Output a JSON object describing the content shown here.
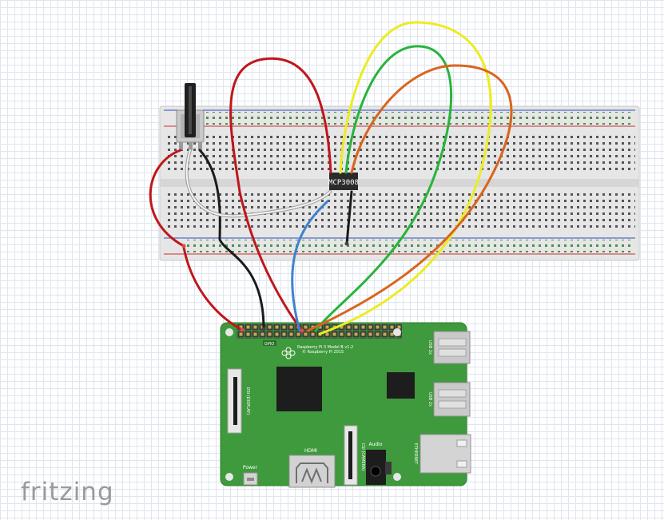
{
  "brand": "fritzing",
  "chip": {
    "label": "MCP3008"
  },
  "pi": {
    "model": "Raspberry Pi 3 Model B v1.2",
    "copyright": "© Raspberry Pi 2015",
    "gpio": "GPIO",
    "usb_top": "USB 2x",
    "usb_bottom": "USB 2x",
    "ethernet": "ETHERNET",
    "hdmi": "HDMI",
    "audio": "Audio",
    "power": "Power",
    "display": "DSI (DISPLAY)",
    "camera": "CSI (CAMERA)"
  },
  "colors": {
    "wire_red": "#c0161b",
    "wire_black": "#1b1b1b",
    "wire_white": "#f3f3f3",
    "wire_blue": "#3f82cf",
    "wire_yellow": "#ecec23",
    "wire_green": "#27b43a",
    "wire_orange": "#d9651f",
    "board_green": "#3e9a3c",
    "breadboard": "#e6e6e6"
  }
}
